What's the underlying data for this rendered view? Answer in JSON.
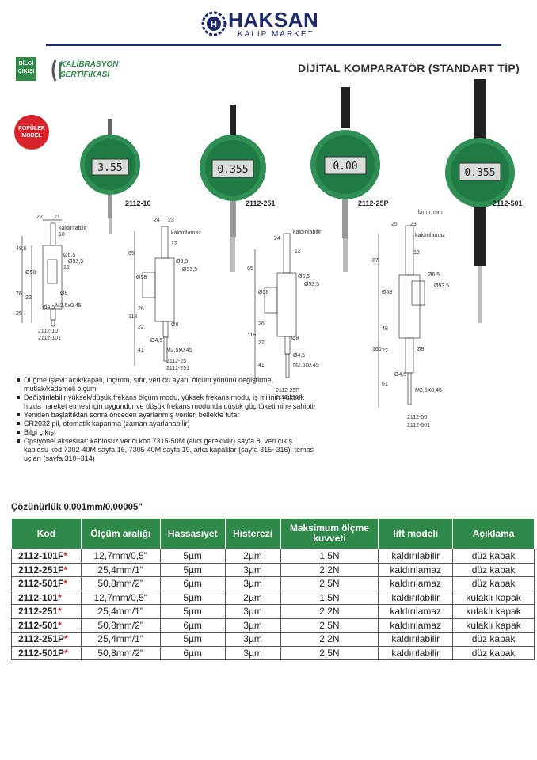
{
  "header": {
    "brand": "HAKSAN",
    "tagline": "KALIP MARKET",
    "page_title": "DİJİTAL KOMPARATÖR (STANDART TİP)"
  },
  "badges": {
    "bilgi_line1": "BİLGİ",
    "bilgi_line2": "ÇIKIŞI",
    "kalibrasyon_line1": "KALİBRASYON",
    "kalibrasyon_line2": "SERTİFİKASI",
    "populer_line1": "POPÜLER",
    "populer_line2": "MODEL"
  },
  "products": [
    {
      "model": "2112-10",
      "display": "3.55"
    },
    {
      "model": "2112-251",
      "display": "0.355"
    },
    {
      "model": "2112-25P",
      "display": "0.00"
    },
    {
      "model": "2112-501",
      "display": "0.355"
    }
  ],
  "drawings": {
    "unit": "birim: mm",
    "d1": {
      "codes": [
        "2112-10",
        "2112-101"
      ],
      "lift": "kaldırılabilir",
      "dims": [
        "22",
        "21",
        "10",
        "48,5",
        "Ø58",
        "76",
        "25",
        "22",
        "12",
        "Ø8",
        "Ø4,5",
        "M2,5x0,45",
        "Ø6,5",
        "Ø53,5"
      ]
    },
    "d2": {
      "codes": [
        "2112-25",
        "2112-251"
      ],
      "lift": "kaldırılamaz",
      "dims": [
        "24",
        "23",
        "12",
        "65",
        "Ø58",
        "118",
        "26",
        "22",
        "41",
        "Ø8",
        "Ø4,5",
        "M2,5x0,45",
        "Ø6,5",
        "Ø53,5"
      ]
    },
    "d3": {
      "codes": [
        "2112-25P",
        "2112-251P"
      ],
      "lift": "kaldırılabilir",
      "dims": [
        "24",
        "12",
        "65",
        "Ø58",
        "118",
        "26",
        "22",
        "41",
        "Ø8",
        "Ø4,5",
        "M2,5x0,45",
        "Ø6,5",
        "Ø53,5"
      ]
    },
    "d4": {
      "codes": [
        "2112-50",
        "2112-501"
      ],
      "lift": "kaldırılamaz",
      "dims": [
        "25",
        "23",
        "12",
        "87",
        "Ø58",
        "160",
        "48",
        "22",
        "61",
        "Ø8",
        "Ø4,5",
        "M2,5X0,45",
        "Ø6,5",
        "Ø53,5"
      ]
    }
  },
  "features": [
    "Düğme işlevi: açık/kapalı, inç/mm, sıfır, veri ön ayarı, ölçüm yönünü değiştirme, mutlak/kademeli ölçüm",
    "Değiştirilebilir yüksek/düşük frekans ölçüm modu, yüksek frekans modu, iş milinin yüksek hızda hareket etmesi için uygundur ve düşük frekans modunda düşük güç tüketimine sahiptir",
    "Yeniden başlattıktan sonra önceden ayarlanmış verileri bellekte tutar",
    "CR2032 pil, otomatik kapanma (zaman ayarlanabilir)",
    "Bilgi çıkışı",
    "Opsiyonel aksesuar: kablosuz verici kod 7315-50M (alıcı gereklidir) sayfa 8, veri çıkış kablosu kod 7302-40M sayfa 16, 7305-40M sayfa 19, arka kapaklar (sayfa 315~316), temas uçları (sayfa 310~314)"
  ],
  "table": {
    "title": "Çözünürlük 0,001mm/0,00005\"",
    "headers": [
      "Kod",
      "Ölçüm aralığı",
      "Hassasiyet",
      "Histerezi",
      "Maksimum ölçme kuvveti",
      "lift modeli",
      "Açıklama"
    ],
    "rows": [
      [
        "2112-101F",
        "12,7mm/0,5\"",
        "5µm",
        "2µm",
        "1,5N",
        "kaldırılabilir",
        "düz kapak"
      ],
      [
        "2112-251F",
        "25,4mm/1\"",
        "5µm",
        "3µm",
        "2,2N",
        "kaldırılamaz",
        "düz kapak"
      ],
      [
        "2112-501F",
        "50,8mm/2\"",
        "6µm",
        "3µm",
        "2,5N",
        "kaldırılamaz",
        "düz kapak"
      ],
      [
        "2112-101",
        "12,7mm/0,5\"",
        "5µm",
        "2µm",
        "1,5N",
        "kaldırılabilir",
        "kulaklı kapak"
      ],
      [
        "2112-251",
        "25,4mm/1\"",
        "5µm",
        "3µm",
        "2,2N",
        "kaldırılamaz",
        "kulaklı kapak"
      ],
      [
        "2112-501",
        "50,8mm/2\"",
        "6µm",
        "3µm",
        "2,5N",
        "kaldırılamaz",
        "kulaklı kapak"
      ],
      [
        "2112-251P",
        "25,4mm/1\"",
        "5µm",
        "3µm",
        "2,2N",
        "kaldırılabilir",
        "düz kapak"
      ],
      [
        "2112-501P",
        "50,8mm/2\"",
        "6µm",
        "3µm",
        "2,5N",
        "kaldırılabilir",
        "düz kapak"
      ]
    ],
    "star": "*"
  },
  "colors": {
    "brand": "#1c2a6b",
    "green": "#2f8a4a",
    "red": "#d8232a"
  }
}
